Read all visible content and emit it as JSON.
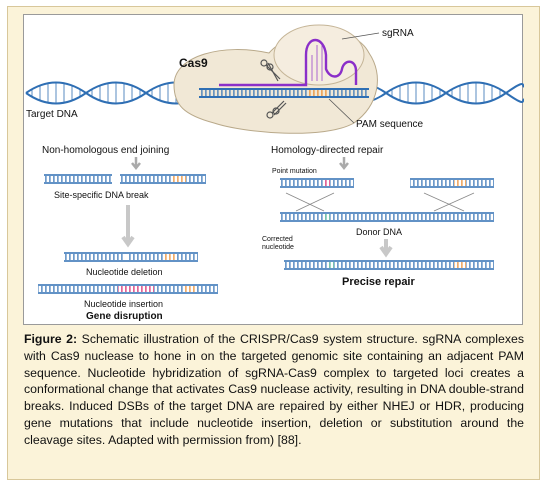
{
  "colors": {
    "panel_background": "#fbf3d9",
    "dna_blue": "#2f6fb4",
    "sgrna_purple": "#8b2fc9",
    "pam_orange": "#e8892b",
    "mutation_pink": "#d4226b",
    "donor_green": "#3aa88a",
    "cas9_body": "#f1e8d6"
  },
  "diagram": {
    "cas9_label": "Cas9",
    "sgrna_label": "sgRNA",
    "target_dna_label": "Target DNA",
    "pam_label": "PAM sequence",
    "nhej_label": "Non-homologous end joining",
    "hdr_label": "Homology-directed repair",
    "dsb_label": "Site-specific DNA break",
    "point_mutation_label": "Point mutation",
    "donor_label": "Donor DNA",
    "corrected_label_line1": "Corrected",
    "corrected_label_line2": "nucleotide",
    "deletion_label": "Nucleotide deletion",
    "insertion_label": "Nucleotide insertion",
    "gene_disruption_label": "Gene disruption",
    "precise_repair_label": "Precise repair",
    "scissors_icon": "scissors-icon"
  },
  "caption": {
    "figure_label": "Figure 2:",
    "text": " Schematic illustration of the CRISPR/Cas9 system structure. sgRNA complexes with Cas9 nuclease to hone in on the targeted genomic site containing an adjacent PAM sequence. Nucleotide hybridization of sgRNA-Cas9 complex to targeted loci creates a conformational change that activates Cas9 nuclease activity, resulting in DNA double-strand breaks. Induced DSBs of the target DNA are repaired by either NHEJ or HDR, producing gene mutations that include nucleotide insertion, deletion or substitution around the cleavage sites. Adapted with permission from) [88]."
  }
}
